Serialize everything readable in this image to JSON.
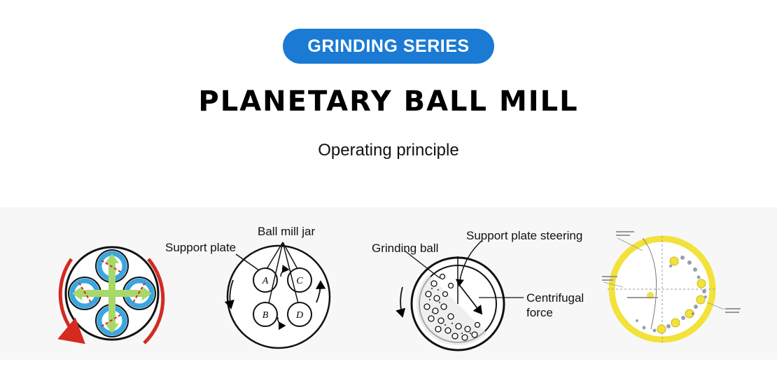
{
  "header": {
    "badge": "GRINDING SERIES",
    "title": "PLANETARY BALL MILL",
    "subtitle": "Operating principle"
  },
  "colors": {
    "badge_bg": "#1a7ad4",
    "arrow_red": "#d42a20",
    "jar_blue": "#3ba6e0",
    "force_green": "#a8d86a",
    "yellow_ring": "#f2e23a"
  },
  "diagram2": {
    "support_plate": "Support plate",
    "ball_mill_jar": "Ball mill jar",
    "jars": [
      "A",
      "C",
      "B",
      "D"
    ]
  },
  "diagram3": {
    "grinding_ball": "Grinding ball",
    "support_plate_steering": "Support plate steering",
    "centrifugal_line1": "Centrifugal",
    "centrifugal_line2": "force"
  }
}
